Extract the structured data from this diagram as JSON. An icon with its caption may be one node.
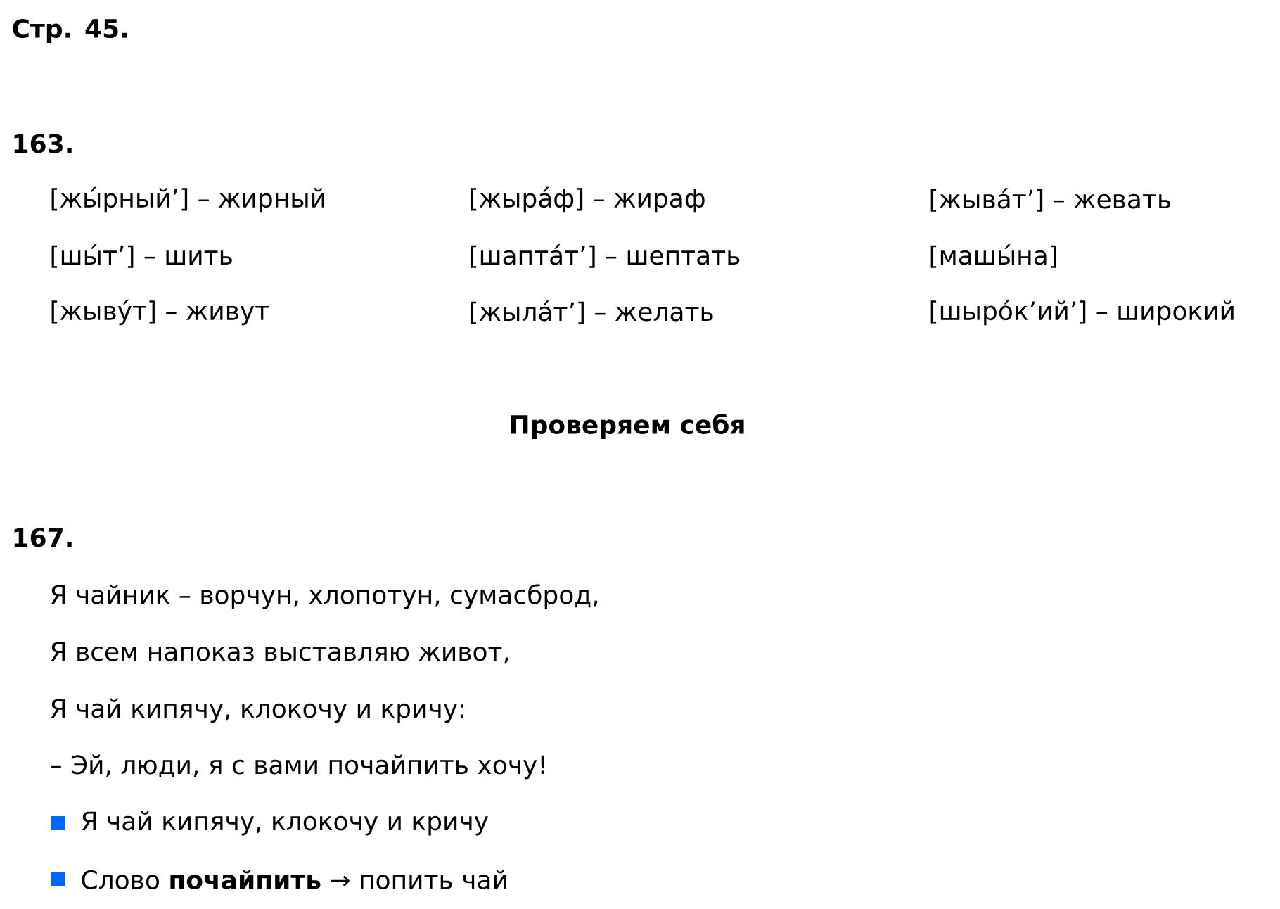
{
  "diagram": {
    "labels": [
      "Стр. 45.",
      "163.",
      "[жы́рный’] – жирный",
      "[жыра́ф] – жираф",
      "[жыва́т’] – жевать",
      "[шы́т’] – шить",
      "[шапта́т’] – шептать",
      "[машы́на]",
      "[жыву́т] – живут",
      "[жыла́т’] – желать",
      "[шыро́к’ий’] – широкий",
      "Проверяем себя",
      "167.",
      "Я чайник – ворчун, хлопотун, сумасброд,",
      "Я всем напоказ выставляю живот,",
      "Я чай кипячу, клокочу и кричу:",
      "– Эй, люди, я с вами почайпить хочу!",
      "Я чай кипячу, клокочу и кричу",
      "Слово **почайпить** → попить чай"
    ]
  }
}
